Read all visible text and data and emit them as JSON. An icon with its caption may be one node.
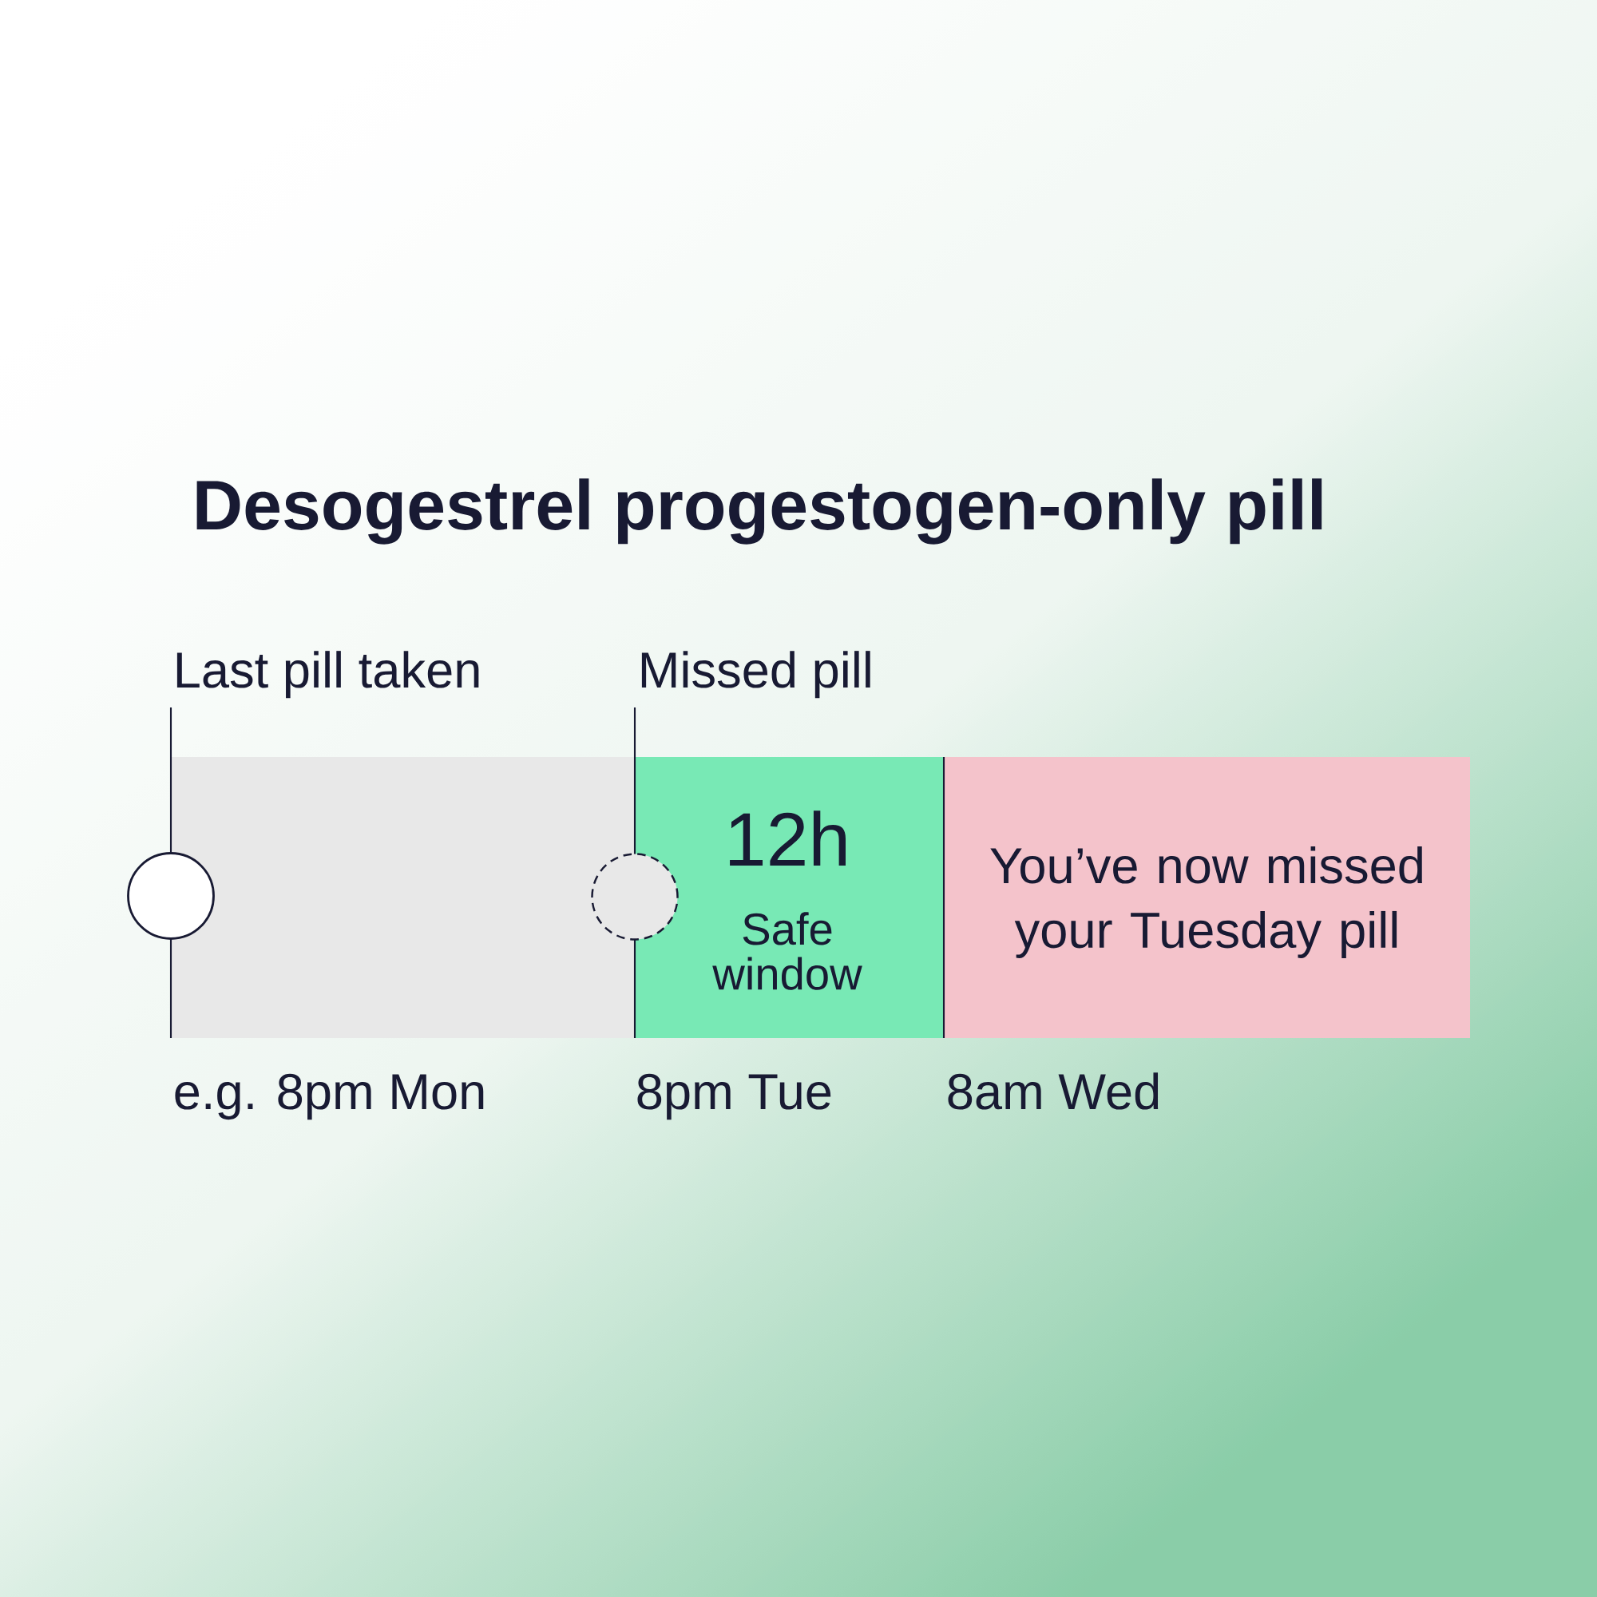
{
  "diagram": {
    "title": "Desogestrel progestogen-only pill",
    "nodes": [
      {
        "text": [],
        "shape": "bar"
      },
      {
        "text": [
          "12h",
          "Safe window"
        ]
      },
      {
        "text": [
          "You’ve now missed your Tuesday pill"
        ]
      },
      {
        "text": [],
        "shape": "circle"
      },
      {
        "text": [],
        "shape": "circle"
      }
    ],
    "labels": [
      "Last pill taken",
      "Missed pill",
      "e.g. 8pm Mon",
      "8pm Tue",
      "8am Wed"
    ]
  }
}
